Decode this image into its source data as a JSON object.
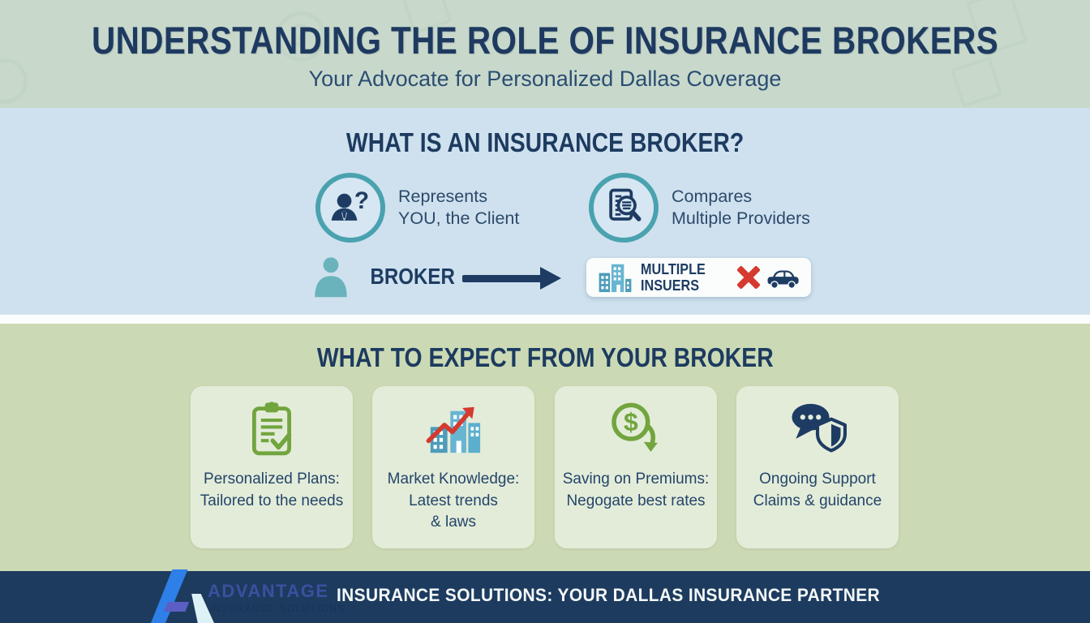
{
  "header": {
    "title": "UNDERSTANDING THE ROLE OF INSURANCE BROKERS",
    "subtitle": "Your Advocate for Personalized Dallas Coverage"
  },
  "broker_section": {
    "heading": "WHAT IS AN INSURANCE BROKER?",
    "features": [
      {
        "icon": "person-question-icon",
        "lines": [
          "Represents",
          "YOU, the Client"
        ]
      },
      {
        "icon": "document-search-icon",
        "lines": [
          "Compares",
          "Multiple Providers"
        ]
      }
    ],
    "flow": {
      "broker_label": "BROKER",
      "insurers_lines": [
        "MULTIPLE",
        "INSUERS"
      ]
    }
  },
  "expect_section": {
    "heading": "WHAT TO EXPECT FROM YOUR BROKER",
    "cards": [
      {
        "icon": "clipboard-check-icon",
        "lines": [
          "Personalized Plans:",
          "Tailored to the needs"
        ]
      },
      {
        "icon": "market-growth-icon",
        "lines": [
          "Market Knowledge:",
          "Latest trends",
          "& laws"
        ]
      },
      {
        "icon": "dollar-savings-icon",
        "lines": [
          "Saving on Premiums:",
          "Negogate best rates"
        ]
      },
      {
        "icon": "chat-shield-icon",
        "lines": [
          "Ongoing Support",
          "Claims & guidance"
        ]
      }
    ]
  },
  "footer": {
    "logo_title": "ADVANTAGE",
    "logo_subtitle": "INSURANCE SOLUTIONS",
    "text": "INSURANCE SOLUTIONS: YOUR DALLAS INSURANCE PARTNER"
  },
  "colors": {
    "header_bg": "#c8d9cc",
    "blue_section_bg": "#cfe1ee",
    "green_section_bg": "#cbdab4",
    "card_bg": "#e3ecd9",
    "footer_bg": "#1d3b5e",
    "navy": "#1e3c63",
    "teal_ring": "#4aa2af",
    "teal_person": "#6ab3bd",
    "building_teal": "#5caecd",
    "accent_red": "#d43a2f",
    "accent_green": "#72a53e",
    "logo_blue": "#2e7fe8",
    "logo_purple": "#5b5fc4"
  }
}
